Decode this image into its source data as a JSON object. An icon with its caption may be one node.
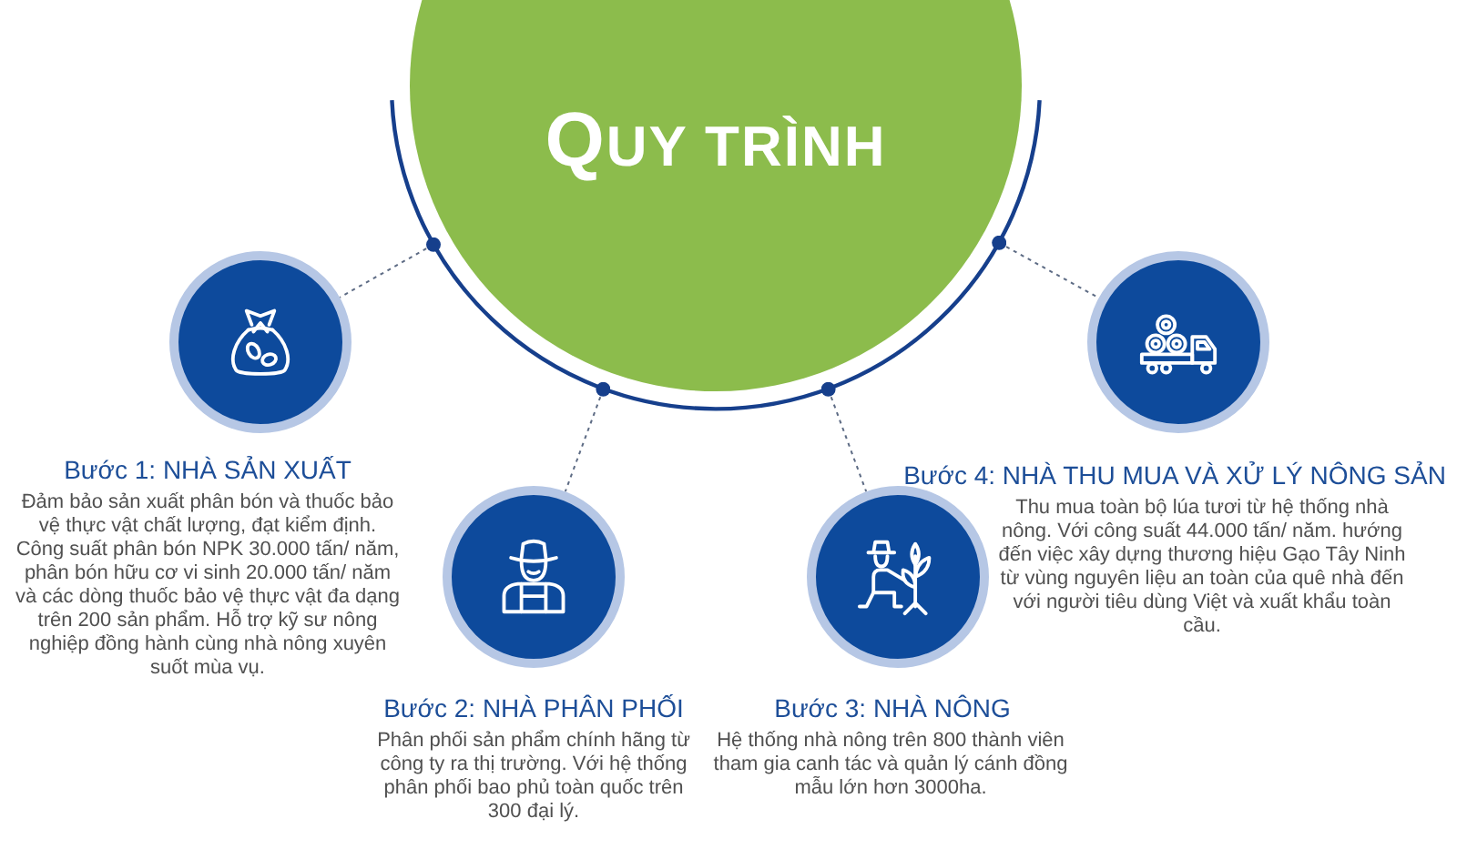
{
  "diagram": {
    "nodes": [
      {
        "text": [
          "QUY TRÌNH"
        ]
      },
      {
        "text": [],
        "shape": "circle",
        "beside": [
          "Bước 1: NHÀ SẢN XUẤT",
          "Đảm bảo sản xuất phân bón và thuốc bảo vệ thực vật chất lượng, đạt kiểm định. Công suất phân bón NPK 30.000 tấn/ năm, phân bón hữu cơ vi sinh 20.000 tấn/ năm và các dòng thuốc bảo vệ thực vật đa dạng trên 200 sản phẩm. Hỗ trợ kỹ sư nông nghiệp đồng hành cùng nhà nông xuyên suốt mùa vụ."
        ]
      },
      {
        "text": [],
        "shape": "circle",
        "beside": [
          "Bước 2: NHÀ PHÂN PHỐI",
          "Phân phối sản phẩm chính hãng từ công ty ra thị trường. Với hệ thống phân phối bao phủ toàn quốc trên 300 đại lý."
        ]
      },
      {
        "text": [],
        "shape": "circle",
        "beside": [
          "Bước 3: NHÀ NÔNG",
          "Hệ thống nhà nông trên 800 thành viên tham gia canh tác và quản lý cánh đồng mẫu lớn hơn 3000ha."
        ]
      },
      {
        "text": [],
        "shape": "circle",
        "beside": [
          "Bước 4: NHÀ THU MUA VÀ XỬ LÝ NÔNG SẢN",
          "Thu mua toàn bộ lúa tươi từ hệ thống nhà nông. Với công suất 44.000 tấn/ năm. hướng đến việc xây dựng thương hiệu Gạo Tây Ninh từ vùng nguyên liệu an toàn của quê nhà đến với người tiêu dùng Việt và xuất khẩu toàn cầu."
        ]
      }
    ],
    "edges": [
      {
        "from": 0,
        "to": 1,
        "arrow": "other",
        "style": "dashed"
      },
      {
        "from": 0,
        "to": 2,
        "arrow": "other",
        "style": "dashed"
      },
      {
        "from": 0,
        "to": 3,
        "arrow": "other",
        "style": "dashed"
      },
      {
        "from": 0,
        "to": 4,
        "arrow": "other",
        "style": "dashed"
      }
    ]
  }
}
